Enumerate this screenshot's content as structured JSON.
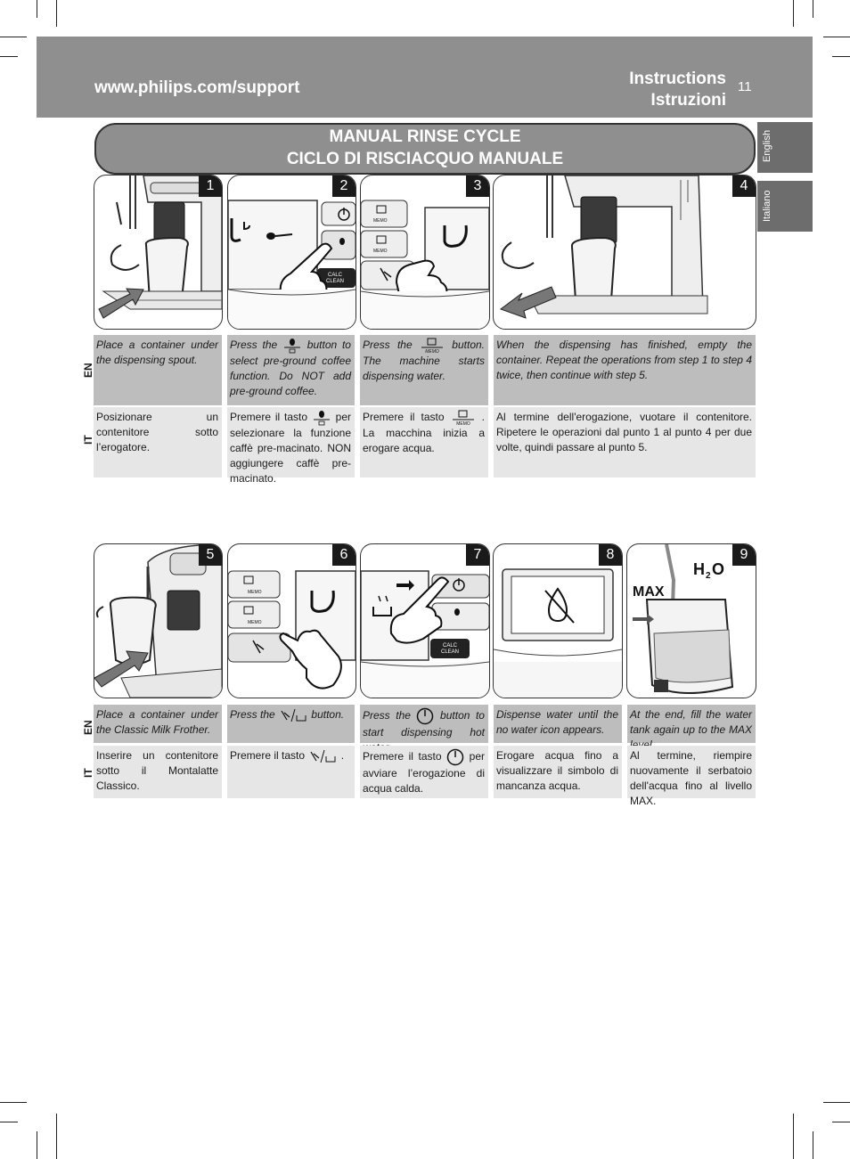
{
  "header": {
    "website": "www.philips.com/support",
    "title_en": "Instructions",
    "title_it": "Istruzioni",
    "page_number": "11"
  },
  "side_tabs": {
    "english": "English",
    "italian": "Italiano"
  },
  "section_title": {
    "line1": "MANUAL RINSE CYCLE",
    "line2": "CICLO DI RISCIACQUO MANUALE"
  },
  "lang_labels": {
    "en": "EN",
    "it": "IT"
  },
  "panel_labels": {
    "calc_clean_1": "CALC",
    "calc_clean_2": "CLEAN",
    "memo": "MEMO",
    "max": "MAX",
    "h2o_h": "H",
    "h2o_2": "2",
    "h2o_o": "O"
  },
  "steps": [
    {
      "number": "1",
      "en": "Place a container under the dispensing spout.",
      "it": "Posizionare un contenitore sotto l’erogatore."
    },
    {
      "number": "2",
      "en_a": "Press the",
      "en_b": "button to select pre-ground coffee function. Do NOT add pre-ground coffee.",
      "it_a": "Premere il tasto",
      "it_b": "per selezionare la funzione caffè pre-macinato. NON aggiungere caffè pre-macinato."
    },
    {
      "number": "3",
      "en_a": "Press the",
      "en_b": "button. The machine starts dispensing water.",
      "it_a": "Premere il tasto",
      "it_b": ". La macchina inizia a erogare acqua."
    },
    {
      "number": "4",
      "en": "When the dispensing has finished, empty the container. Repeat the operations from step 1 to step 4 twice, then continue with step 5.",
      "it": "Al termine dell'erogazione, vuotare il contenitore. Ripetere le operazioni dal punto 1 al punto 4 per due volte, quindi passare al punto 5."
    },
    {
      "number": "5",
      "en": "Place a container under the Classic Milk Frother.",
      "it": "Inserire un contenitore sotto il Montalatte Classico."
    },
    {
      "number": "6",
      "en_a": "Press the",
      "en_b": "button.",
      "it_a": "Premere il tasto",
      "it_b": "."
    },
    {
      "number": "7",
      "en_a": "Press the",
      "en_b": "button to start dispensing hot water.",
      "it_a": "Premere il tasto",
      "it_b": "per avviare l’erogazione di acqua calda."
    },
    {
      "number": "8",
      "en": "Dispense water until the no water icon appears.",
      "it": "Erogare acqua fino a visualizzare il simbolo di mancanza acqua."
    },
    {
      "number": "9",
      "en": "At the end, fill the water tank again up to the MAX level.",
      "it": "Al termine, riempire nuovamente il serbatoio dell'acqua fino al livello MAX."
    }
  ],
  "colors": {
    "header_gray": "#8f8f8f",
    "en_row": "#bdbdbd",
    "it_row": "#e6e6e6",
    "side_tab": "#6d6d6d",
    "badge": "#1a1a1a"
  }
}
